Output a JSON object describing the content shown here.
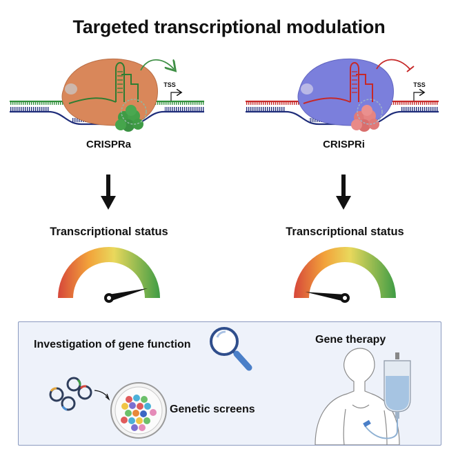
{
  "title": "Targeted transcriptional modulation",
  "left": {
    "system_label": "CRISPRa",
    "tss_label": "TSS",
    "status_label": "Transcriptional status",
    "gauge_level": 0.95
  },
  "right": {
    "system_label": "CRISPRi",
    "tss_label": "TSS",
    "status_label": "Transcriptional status",
    "gauge_level": 0.05
  },
  "applications": {
    "gene_function_label": "Investigation of gene function",
    "screens_label": "Genetic screens",
    "therapy_label": "Gene therapy"
  },
  "colors": {
    "crispra_protein": "#d9875a",
    "crispra_effector": "#3f9c45",
    "crispra_guide": "#2e7d32",
    "crispri_protein": "#7b7fdc",
    "crispri_effector": "#e07a78",
    "crispri_guide": "#c62828",
    "dna_strand_blue": "#1f2d7a",
    "panel_background": "#eef2fa"
  },
  "icons": [
    "activation-arrow-icon",
    "repression-arrow-icon",
    "tss-arrow-icon",
    "down-arrow-icon",
    "magnifier-icon",
    "plasmid-icon",
    "petri-dish-icon",
    "patient-icon",
    "iv-bag-icon"
  ]
}
